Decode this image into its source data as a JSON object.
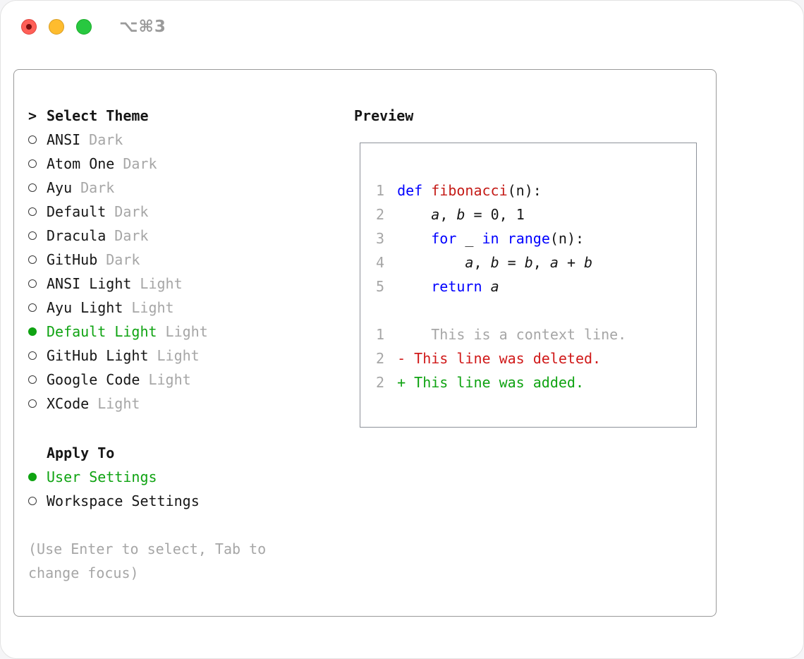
{
  "window": {
    "shortcut": "⌥⌘3",
    "traffic_lights": [
      "close",
      "minimize",
      "zoom"
    ]
  },
  "colors": {
    "accent-green": "#0fa312",
    "keyword-blue": "#0000ff",
    "function-red": "#c41a16",
    "deleted-red": "#d01919",
    "muted-gray": "#a6a6a6",
    "text": "#161616"
  },
  "theme_picker": {
    "prompt": ">",
    "title": "Select Theme",
    "items": [
      {
        "name": "ANSI",
        "tag": "Dark",
        "selected": false
      },
      {
        "name": "Atom One",
        "tag": "Dark",
        "selected": false
      },
      {
        "name": "Ayu",
        "tag": "Dark",
        "selected": false
      },
      {
        "name": "Default",
        "tag": "Dark",
        "selected": false
      },
      {
        "name": "Dracula",
        "tag": "Dark",
        "selected": false
      },
      {
        "name": "GitHub",
        "tag": "Dark",
        "selected": false
      },
      {
        "name": "ANSI Light",
        "tag": "Light",
        "selected": false
      },
      {
        "name": "Ayu Light",
        "tag": "Light",
        "selected": false
      },
      {
        "name": "Default Light",
        "tag": "Light",
        "selected": true
      },
      {
        "name": "GitHub Light",
        "tag": "Light",
        "selected": false
      },
      {
        "name": "Google Code",
        "tag": "Light",
        "selected": false
      },
      {
        "name": "XCode",
        "tag": "Light",
        "selected": false
      }
    ]
  },
  "apply_to": {
    "title": "Apply To",
    "options": [
      {
        "label": "User Settings",
        "selected": true
      },
      {
        "label": "Workspace Settings",
        "selected": false
      }
    ]
  },
  "hint": "(Use Enter to select, Tab to change focus)",
  "preview": {
    "title": "Preview",
    "code_lines": [
      {
        "num": "1",
        "tokens": [
          {
            "t": "def ",
            "c": "kw"
          },
          {
            "t": "fibonacci",
            "c": "fn"
          },
          {
            "t": "(n):",
            "c": "plain"
          }
        ]
      },
      {
        "num": "2",
        "tokens": [
          {
            "t": "    ",
            "c": "plain"
          },
          {
            "t": "a",
            "c": "var"
          },
          {
            "t": ", ",
            "c": "plain"
          },
          {
            "t": "b",
            "c": "var"
          },
          {
            "t": " = 0, 1",
            "c": "plain"
          }
        ]
      },
      {
        "num": "3",
        "tokens": [
          {
            "t": "    ",
            "c": "plain"
          },
          {
            "t": "for",
            "c": "kw"
          },
          {
            "t": " _ ",
            "c": "plain"
          },
          {
            "t": "in",
            "c": "kw"
          },
          {
            "t": " ",
            "c": "plain"
          },
          {
            "t": "range",
            "c": "kw"
          },
          {
            "t": "(n):",
            "c": "plain"
          }
        ]
      },
      {
        "num": "4",
        "tokens": [
          {
            "t": "        ",
            "c": "plain"
          },
          {
            "t": "a",
            "c": "var"
          },
          {
            "t": ", ",
            "c": "plain"
          },
          {
            "t": "b",
            "c": "var"
          },
          {
            "t": " = ",
            "c": "plain"
          },
          {
            "t": "b",
            "c": "var"
          },
          {
            "t": ", ",
            "c": "plain"
          },
          {
            "t": "a",
            "c": "var"
          },
          {
            "t": " + ",
            "c": "plain"
          },
          {
            "t": "b",
            "c": "var"
          }
        ]
      },
      {
        "num": "5",
        "tokens": [
          {
            "t": "    ",
            "c": "plain"
          },
          {
            "t": "return",
            "c": "kw"
          },
          {
            "t": " ",
            "c": "plain"
          },
          {
            "t": "a",
            "c": "var"
          }
        ]
      }
    ],
    "diff_lines": [
      {
        "num": "1",
        "text": "    This is a context line.",
        "type": "context"
      },
      {
        "num": "2",
        "text": "- This line was deleted.",
        "type": "deleted"
      },
      {
        "num": "2",
        "text": "+ This line was added.",
        "type": "added"
      }
    ]
  }
}
